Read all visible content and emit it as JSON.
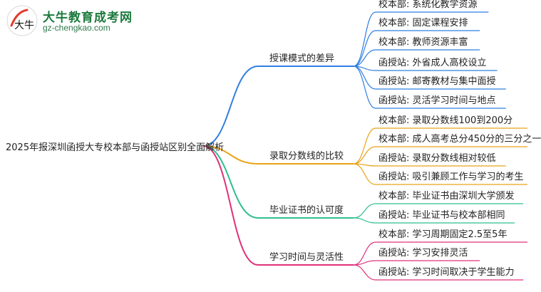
{
  "logo": {
    "title": "大牛教育成考网",
    "url": "gz-chengkao.com",
    "badge_text": "大牛"
  },
  "mindmap": {
    "root": "2025年报深圳函授大专校本部与函授站区别全面解析",
    "branches": [
      {
        "label": "授课模式的差异",
        "color": "#2f7fe0",
        "children": [
          "校本部: 系统化教学资源",
          "校本部: 固定课程安排",
          "校本部: 教师资源丰富",
          "函授站: 外省成人高校设立",
          "函授站: 邮寄教材与集中面授",
          "函授站: 灵活学习时间与地点"
        ]
      },
      {
        "label": "录取分数线的比较",
        "color": "#e8a317",
        "children": [
          "校本部: 录取分数线100到200分",
          "校本部: 成人高考总分450分的三分之一",
          "函授站: 录取分数线相对较低",
          "函授站: 吸引兼顾工作与学习的考生"
        ]
      },
      {
        "label": "毕业证书的认可度",
        "color": "#2fbf8f",
        "children": [
          "校本部: 毕业证书由深圳大学颁发",
          "函授站: 毕业证书与校本部相同"
        ]
      },
      {
        "label": "学习时间与灵活性",
        "color": "#e0307a",
        "children": [
          "校本部: 学习周期固定2.5至5年",
          "函授站: 学习安排灵活",
          "函授站: 学习时间取决于学生能力"
        ]
      }
    ]
  }
}
